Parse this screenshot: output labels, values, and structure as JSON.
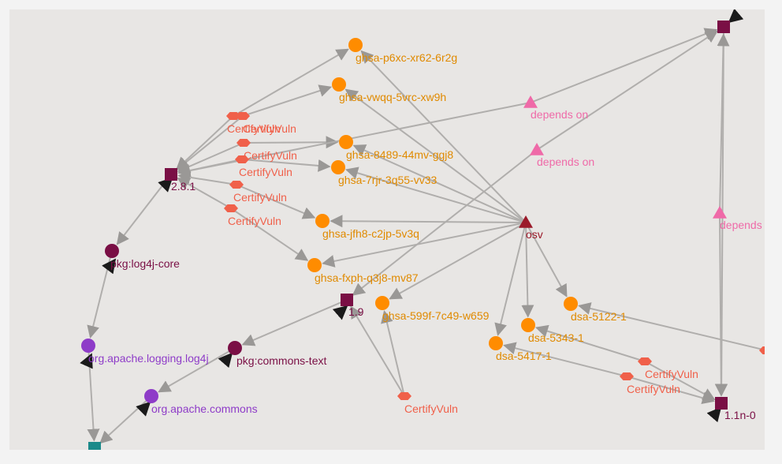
{
  "graph": {
    "colors": {
      "package_version": "#7a0f45",
      "package_name": "#7a0f45",
      "namespace": "#8e3cc8",
      "vulnerability": "#ff8c00",
      "vuln_label": "#e08a00",
      "certify": "#f0604a",
      "depends": "#ef6aa8",
      "source": "#9b1a2a",
      "teal": "#1b8a8a",
      "edge": "#b0aeac"
    },
    "nodes": [
      {
        "id": "v281",
        "label": "2.8.1",
        "shape": "square",
        "kind": "package_version"
      },
      {
        "id": "v19",
        "label": "1.9",
        "shape": "square",
        "kind": "package_version"
      },
      {
        "id": "vtop",
        "label": "",
        "shape": "square",
        "kind": "package_version"
      },
      {
        "id": "v11n",
        "label": "1.1n-0",
        "shape": "square",
        "kind": "package_version"
      },
      {
        "id": "teal",
        "label": "",
        "shape": "square",
        "kind": "teal"
      },
      {
        "id": "log4jcore",
        "label": "pkg:log4j-core",
        "shape": "circle",
        "kind": "package_name"
      },
      {
        "id": "commonstext",
        "label": "pkg:commons-text",
        "shape": "circle",
        "kind": "package_name"
      },
      {
        "id": "nslog4j",
        "label": "org.apache.logging.log4j",
        "shape": "circle",
        "kind": "namespace"
      },
      {
        "id": "nscommons",
        "label": "org.apache.commons",
        "shape": "circle",
        "kind": "namespace"
      },
      {
        "id": "osv",
        "label": "osv",
        "shape": "triangle",
        "kind": "source"
      },
      {
        "id": "g1",
        "label": "ghsa-p6xc-xr62-6r2g",
        "shape": "circle",
        "kind": "vulnerability"
      },
      {
        "id": "g2",
        "label": "ghsa-vwqq-5vrc-xw9h",
        "shape": "circle",
        "kind": "vulnerability"
      },
      {
        "id": "g3",
        "label": "ghsa-8489-44mv-ggj8",
        "shape": "circle",
        "kind": "vulnerability"
      },
      {
        "id": "g4",
        "label": "ghsa-7rjr-3q55-vv33",
        "shape": "circle",
        "kind": "vulnerability"
      },
      {
        "id": "g5",
        "label": "ghsa-jfh8-c2jp-5v3q",
        "shape": "circle",
        "kind": "vulnerability"
      },
      {
        "id": "g6",
        "label": "ghsa-fxph-q3j8-mv87",
        "shape": "circle",
        "kind": "vulnerability"
      },
      {
        "id": "g7",
        "label": "ghsa-599f-7c49-w659",
        "shape": "circle",
        "kind": "vulnerability"
      },
      {
        "id": "d1",
        "label": "dsa-5122-1",
        "shape": "circle",
        "kind": "vulnerability"
      },
      {
        "id": "d2",
        "label": "dsa-5343-1",
        "shape": "circle",
        "kind": "vulnerability"
      },
      {
        "id": "d3",
        "label": "dsa-5417-1",
        "shape": "circle",
        "kind": "vulnerability"
      },
      {
        "id": "dep1",
        "label": "depends on",
        "shape": "triangle",
        "kind": "depends"
      },
      {
        "id": "dep2",
        "label": "depends on",
        "shape": "triangle",
        "kind": "depends"
      },
      {
        "id": "dep3",
        "label": "depends",
        "shape": "triangle",
        "kind": "depends"
      },
      {
        "id": "c1",
        "label": "CertifyVuln",
        "shape": "hexagon",
        "kind": "certify"
      },
      {
        "id": "c2",
        "label": "CertifyVuln",
        "shape": "hexagon",
        "kind": "certify"
      },
      {
        "id": "c3",
        "label": "CertifyVuln",
        "shape": "hexagon",
        "kind": "certify"
      },
      {
        "id": "c4",
        "label": "CertifyVuln",
        "shape": "hexagon",
        "kind": "certify"
      },
      {
        "id": "c5",
        "label": "CertifyVuln",
        "shape": "hexagon",
        "kind": "certify"
      },
      {
        "id": "c6",
        "label": "CertifyVuln",
        "shape": "hexagon",
        "kind": "certify"
      },
      {
        "id": "c7",
        "label": "CertifyVuln",
        "shape": "hexagon",
        "kind": "certify"
      },
      {
        "id": "c8",
        "label": "CertifyVuln",
        "shape": "hexagon",
        "kind": "certify"
      },
      {
        "id": "c9",
        "label": "CertifyVuln",
        "shape": "hexagon",
        "kind": "certify"
      },
      {
        "id": "c10",
        "label": "CertifyVuln",
        "shape": "hexagon",
        "kind": "certify"
      }
    ],
    "edges": [
      [
        "c1",
        "g1"
      ],
      [
        "c2",
        "g2"
      ],
      [
        "c3",
        "g3"
      ],
      [
        "c4",
        "g4"
      ],
      [
        "c5",
        "g5"
      ],
      [
        "c6",
        "g6"
      ],
      [
        "c1",
        "v281"
      ],
      [
        "c2",
        "v281"
      ],
      [
        "c3",
        "v281"
      ],
      [
        "c4",
        "v281"
      ],
      [
        "c5",
        "v281"
      ],
      [
        "c6",
        "v281"
      ],
      [
        "osv",
        "g1"
      ],
      [
        "osv",
        "g3"
      ],
      [
        "osv",
        "g4"
      ],
      [
        "osv",
        "g5"
      ],
      [
        "osv",
        "g6"
      ],
      [
        "osv",
        "g7"
      ],
      [
        "osv",
        "d1"
      ],
      [
        "osv",
        "d2"
      ],
      [
        "osv",
        "d3"
      ],
      [
        "osv",
        "g2"
      ],
      [
        "v281",
        "log4jcore"
      ],
      [
        "log4jcore",
        "nslog4j"
      ],
      [
        "nslog4j",
        "teal"
      ],
      [
        "v19",
        "commonstext"
      ],
      [
        "commonstext",
        "nscommons"
      ],
      [
        "nscommons",
        "teal"
      ],
      [
        "c7",
        "v19"
      ],
      [
        "c7",
        "g7"
      ],
      [
        "dep1",
        "vtop"
      ],
      [
        "dep1",
        "v281"
      ],
      [
        "dep2",
        "vtop"
      ],
      [
        "dep2",
        "v19"
      ],
      [
        "vtop",
        "v11n"
      ],
      [
        "dep3",
        "vtop"
      ],
      [
        "dep3",
        "v11n"
      ],
      [
        "c8",
        "d2"
      ],
      [
        "c8",
        "v11n"
      ],
      [
        "c9",
        "d3"
      ],
      [
        "c9",
        "v11n"
      ],
      [
        "c10",
        "d1"
      ]
    ]
  }
}
